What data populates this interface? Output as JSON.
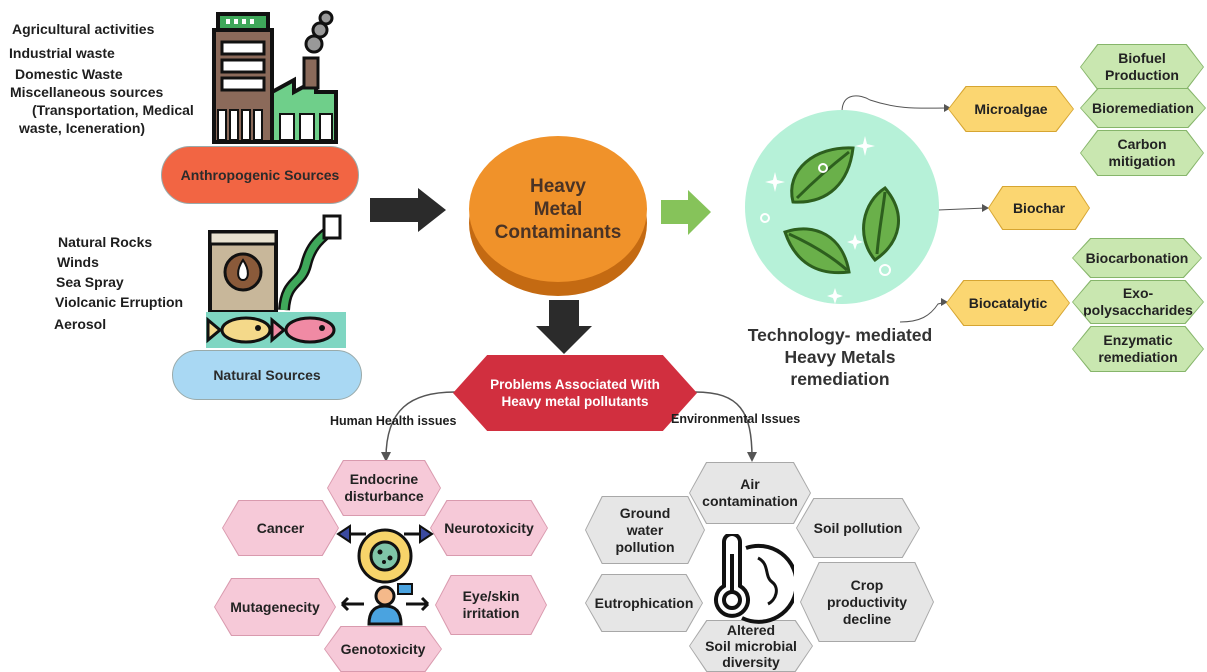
{
  "anthropogenic": {
    "items": [
      "Agricultural activities",
      "Industrial waste",
      "Domestic Waste",
      "Miscellaneous sources",
      "(Transportation, Medical",
      "waste, Iceneration)"
    ],
    "label": "Anthropogenic Sources"
  },
  "natural": {
    "items": [
      "Natural Rocks",
      "Winds",
      "Sea Spray",
      "Violcanic Erruption",
      "Aerosol"
    ],
    "label": "Natural Sources"
  },
  "center": {
    "line1": "Heavy",
    "line2": "Metal",
    "line3": "Contaminants"
  },
  "problems": {
    "line1": "Problems Associated With",
    "line2": "Heavy metal pollutants"
  },
  "branches": {
    "human": "Human Health issues",
    "environment": "Environmental Issues"
  },
  "health": {
    "endocrine": [
      "Endocrine",
      "disturbance"
    ],
    "cancer": "Cancer",
    "neurotoxicity": "Neurotoxicity",
    "mutagenecity": "Mutagenecity",
    "eyeskin": [
      "Eye/skin",
      "irritation"
    ],
    "genotoxicity": "Genotoxicity"
  },
  "environment": {
    "air": [
      "Air",
      "contamination"
    ],
    "groundwater": [
      "Ground",
      "water",
      "pollution"
    ],
    "soil": "Soil pollution",
    "eutrophication": "Eutrophication",
    "crop": [
      "Crop",
      "productivity",
      "decline"
    ],
    "microbial": [
      "Altered",
      "Soil microbial",
      "diversity"
    ]
  },
  "technology": {
    "caption": [
      "Technology- mediated",
      "Heavy Metals",
      "remediation"
    ],
    "microalgae": "Microalgae",
    "biochar": "Biochar",
    "biocatalytic": "Biocatalytic",
    "biofuel": [
      "Biofuel",
      "Production"
    ],
    "bioremediation": "Bioremediation",
    "carbon": [
      "Carbon",
      "mitigation"
    ],
    "biocarbonation": "Biocarbonation",
    "exopoly": [
      "Exo-",
      "polysaccharides"
    ],
    "enzymatic": [
      "Enzymatic",
      "remediation"
    ]
  },
  "colors": {
    "anthropogenic": "#f26543",
    "natural": "#a9d8f3",
    "center": "#f0922a",
    "problems": "#d12f3f",
    "green_arrow": "#86c35a",
    "tech_circle": "#b6f1d8"
  }
}
